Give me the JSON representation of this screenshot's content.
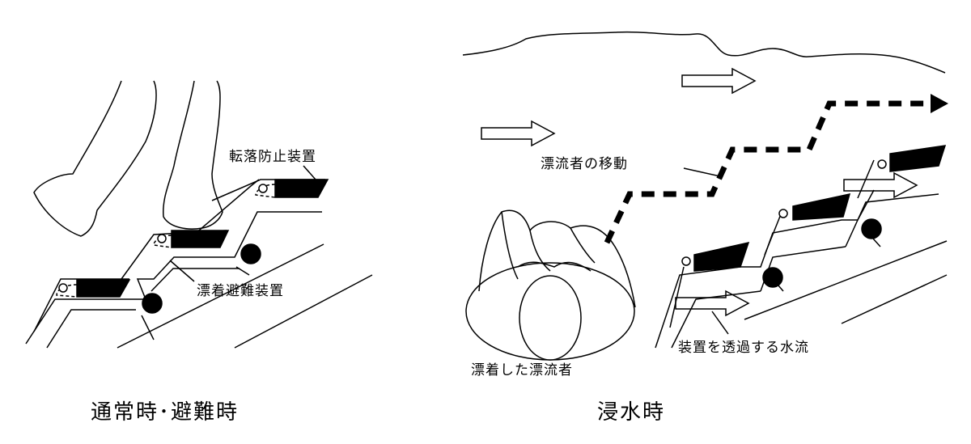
{
  "normal": {
    "anti_fall_device": "転落防止装置",
    "drift_evacuation_device": "漂着避難装置",
    "caption": "通常時･避難時"
  },
  "flood": {
    "drifter_movement": "漂流者の移動",
    "drifted_person": "漂着した漂流者",
    "water_through_device": "装置を透過する水流",
    "caption": "浸水時"
  }
}
